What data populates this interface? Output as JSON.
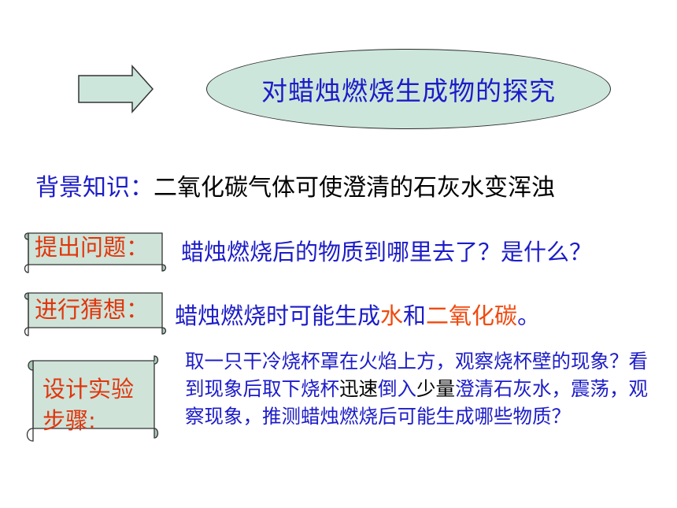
{
  "title": "对蜡烛燃烧生成物的探究",
  "background": {
    "label": "背景知识：",
    "text": "二氧化碳气体可使澄清的石灰水变浑浊"
  },
  "question": {
    "label": "提出问题：",
    "text": "蜡烛燃烧后的物质到哪里去了？是什么？"
  },
  "hypothesis": {
    "label": "进行猜想：",
    "text_a": "蜡烛燃烧时可能生成",
    "water": "水",
    "conj": "和",
    "co2": "二氧化碳",
    "end": "。"
  },
  "design": {
    "label_line1": "设计实验",
    "label_line2": "步骤:",
    "p1": "取一只干冷烧杯罩在火焰上方，观察烧杯壁的现象？看到现象后取下",
    "p2": "烧杯",
    "p3": "迅速",
    "p4": "倒入",
    "p5": "少量",
    "p6": "澄清",
    "p7": "石灰水，震荡，观察现象，推测蜡烛燃烧后可能生成哪些物质？"
  },
  "colors": {
    "blue_text": "#1c1cc8",
    "orange_text": "#f04a0f",
    "scroll_fill": "#cfe3d9",
    "arrow_fill": "#cde6dc"
  }
}
